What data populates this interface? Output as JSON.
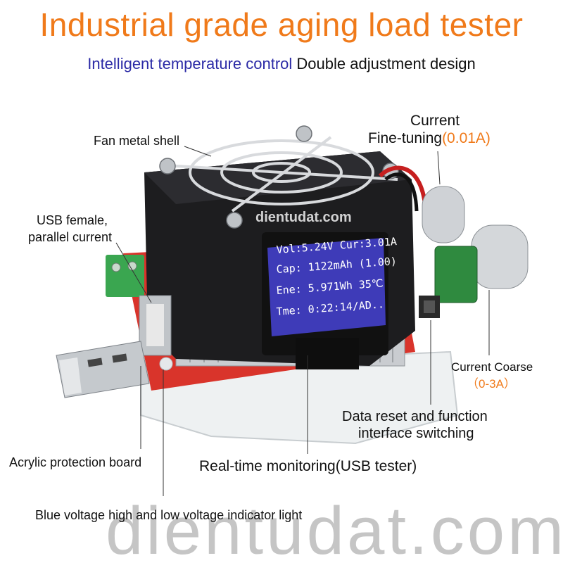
{
  "header": {
    "title": "Industrial grade aging load tester",
    "subtitle_blue": "Intelligent temperature control",
    "subtitle_black": " Double adjustment design"
  },
  "labels": {
    "fan": "Fan metal shell",
    "usb_female_1": "USB female,",
    "usb_female_2": "parallel current",
    "fine_1": "Current",
    "fine_2": "Fine-tuning",
    "fine_value": "(0.01A)",
    "coarse": "Current Coarse",
    "coarse_value": "（0-3A）",
    "reset_1": "Data reset and function",
    "reset_2": "interface switching",
    "acrylic": "Acrylic protection board",
    "monitoring": "Real-time monitoring(USB tester)",
    "indicator": "Blue voltage high and low voltage indicator light"
  },
  "lcd": {
    "line1": "Vol:5.24V Cur:3.01A",
    "line2": "Cap: 1122mAh (1.00)",
    "line3": "Ene: 5.971Wh  35℃",
    "line4": "Tme:   0:22:14/AD.."
  },
  "watermark": {
    "small": "dientudat.com",
    "big": "dientudat.com"
  }
}
